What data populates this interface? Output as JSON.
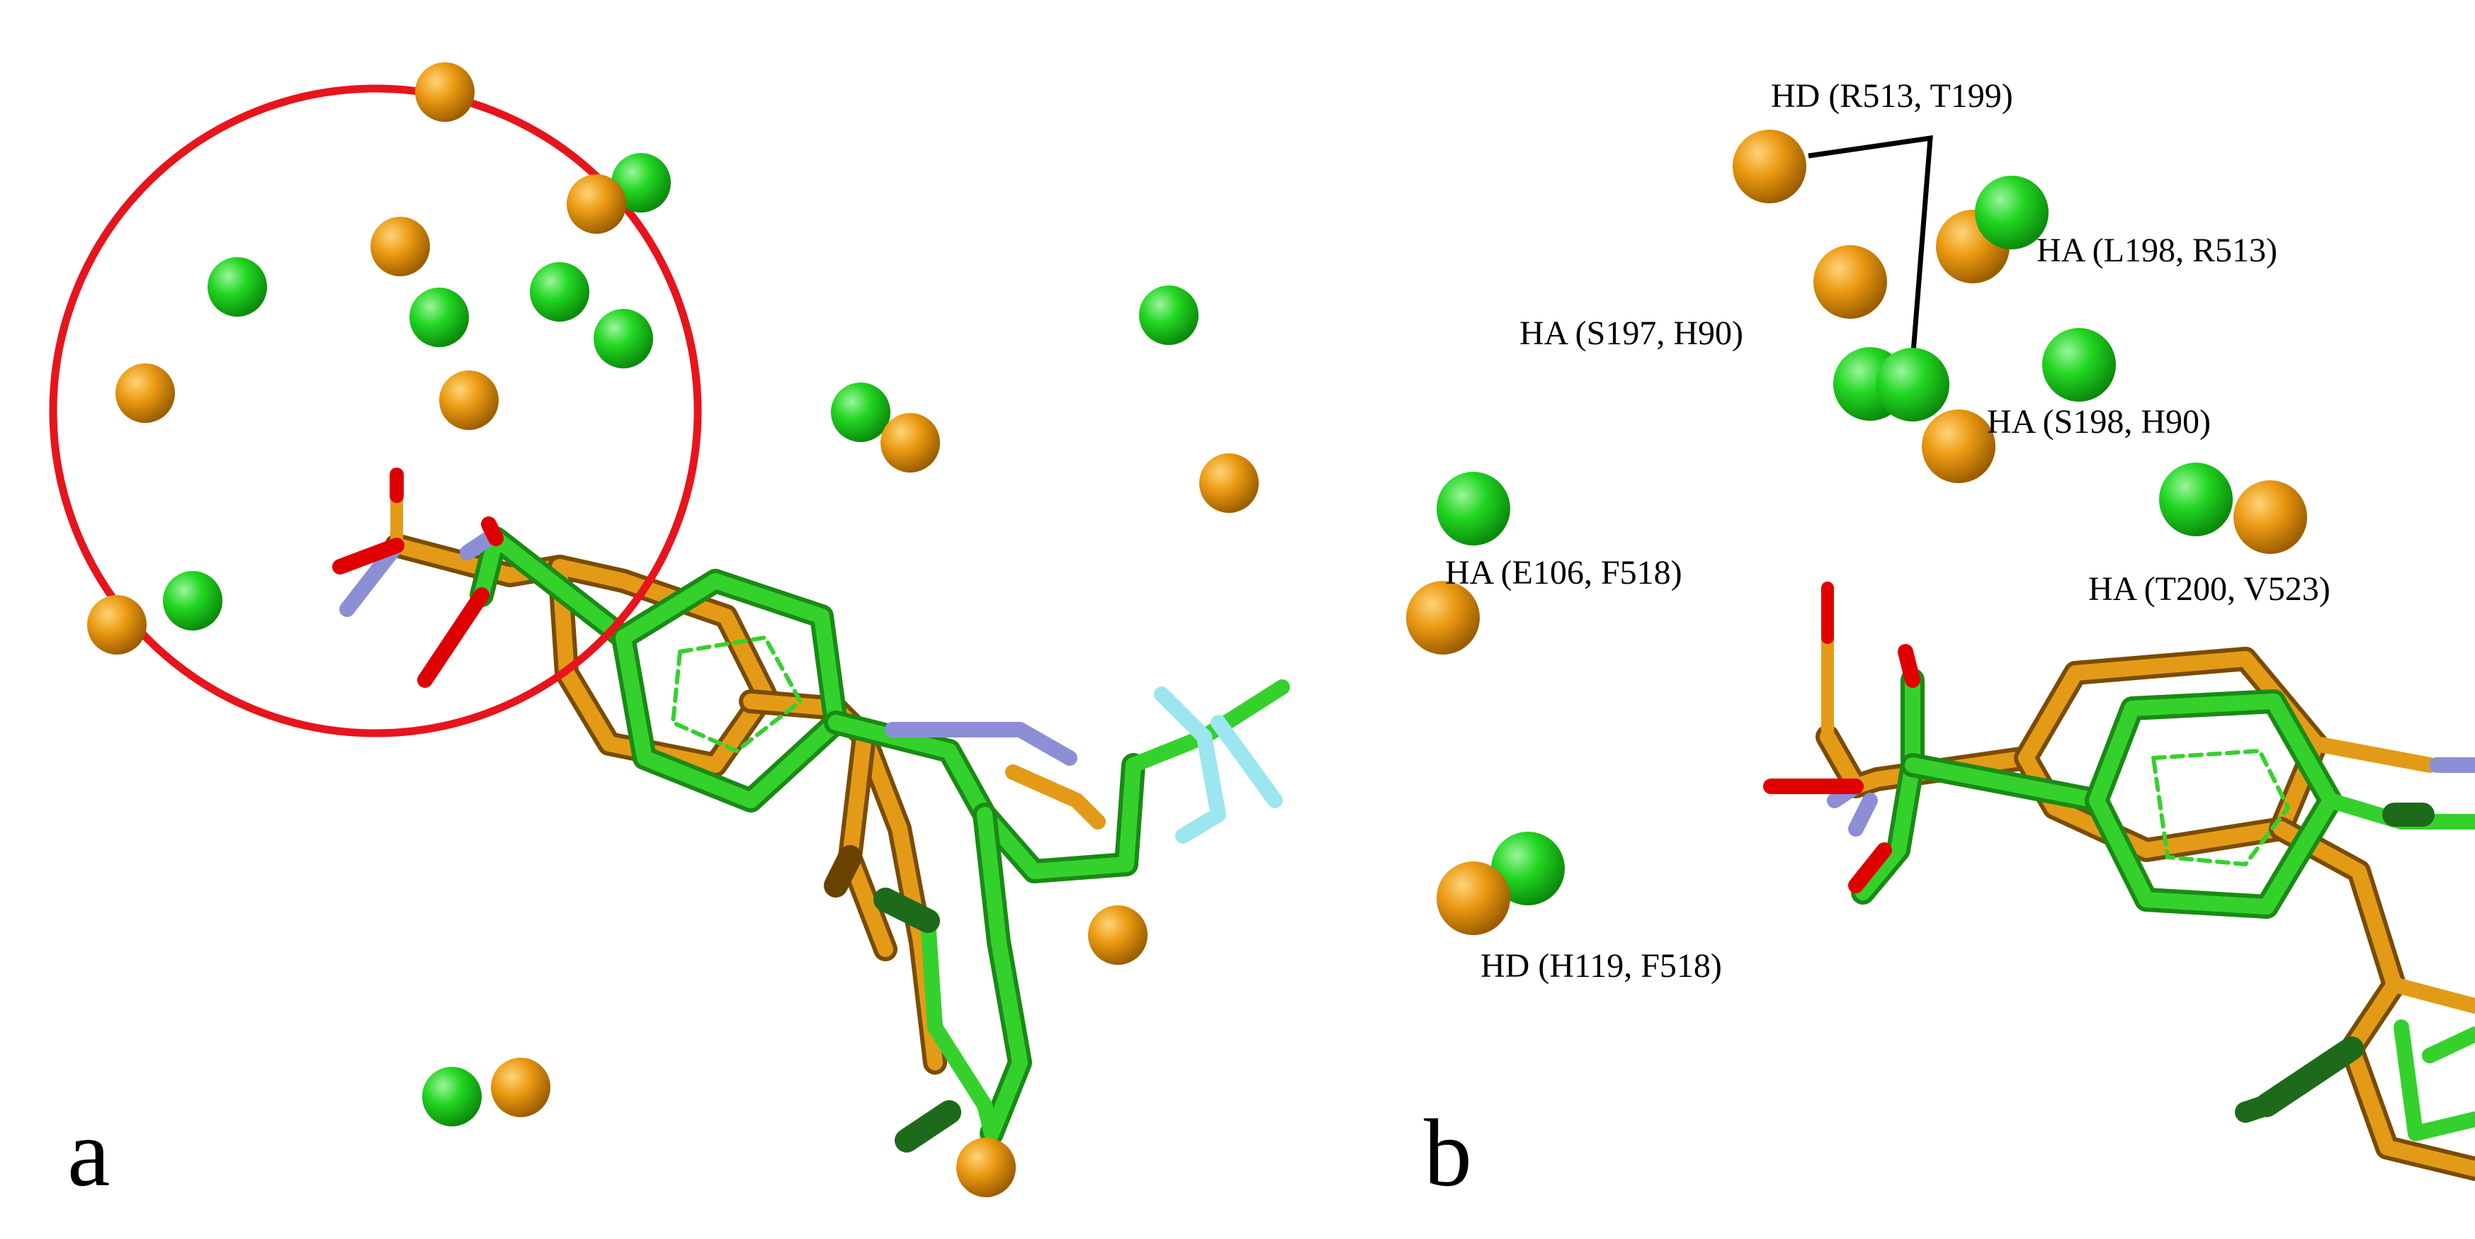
{
  "colors": {
    "hbond_acceptor": "#1fd21f",
    "hbond_donor": "#e59a0a",
    "ligand_a": "#34d12c",
    "ligand_b": "#e39b17",
    "nitrogen": "#8c8fd6",
    "oxygen": "#e00000",
    "fluorine": "#9ce6ef",
    "highlight_circle": "#e8141c",
    "leader_line": "#000000"
  },
  "panels": [
    {
      "letter": "a"
    },
    {
      "letter": "b"
    }
  ],
  "feature_labels": [
    "HD (R513, T199)",
    "HA (L198, R513)",
    "HA (S197, H90)",
    "HA (S198, H90)",
    "HA (E106, F518)",
    "HA (T200, V523)",
    "HD (H119, F518)"
  ]
}
